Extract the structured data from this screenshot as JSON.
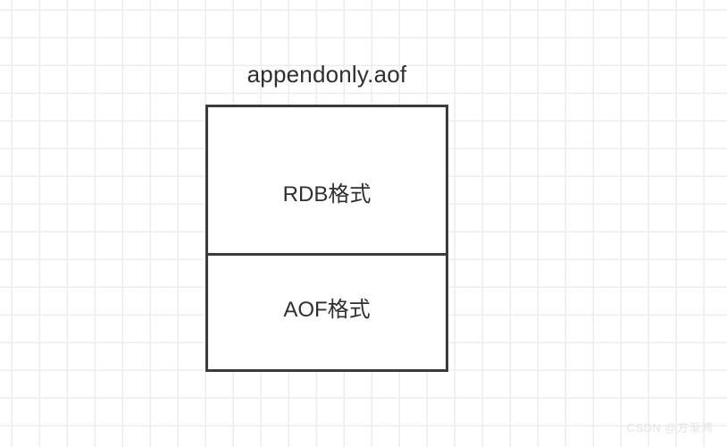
{
  "diagram": {
    "title": "appendonly.aof",
    "file_box": {
      "name": "appendonly.aof",
      "sections": [
        {
          "label": "RDB格式",
          "key": "rdb"
        },
        {
          "label": "AOF格式",
          "key": "aof"
        }
      ]
    }
  },
  "watermark": {
    "text": "CSDN @方渐鸿"
  },
  "colors": {
    "background": "#ffffff",
    "grid_line": "#ededed",
    "box_border": "#3b3b3b",
    "text": "#2f2f2f",
    "watermark": "#e3e3e3"
  }
}
